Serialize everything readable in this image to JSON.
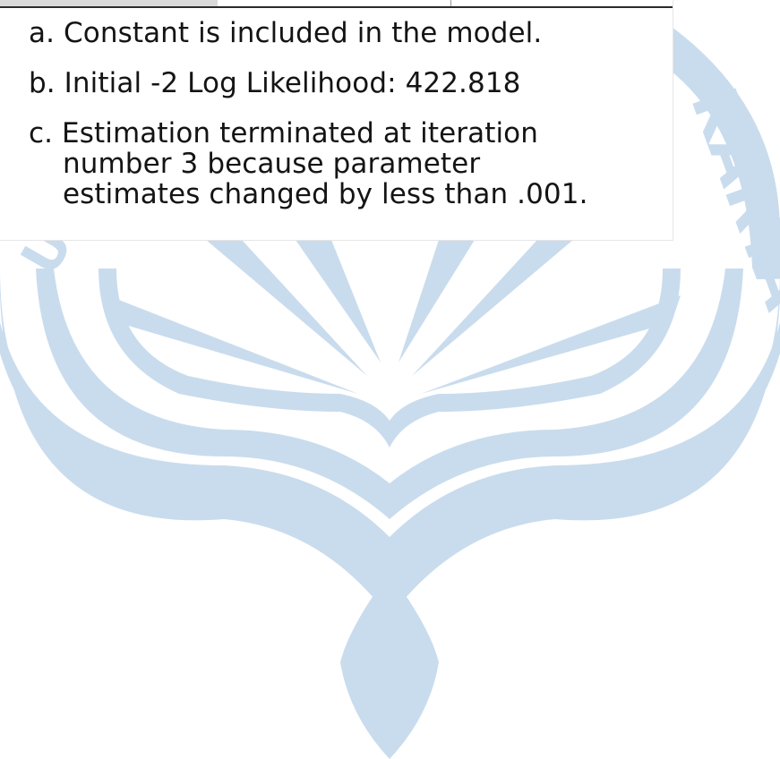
{
  "footnotes": {
    "a": "a. Constant is included in the model.",
    "b": "b. Initial -2 Log Likelihood: 422.818",
    "c_lines": [
      "c. Estimation terminated at iteration",
      "number 3 because parameter",
      "estimates changed by less than .001."
    ]
  },
  "watermark": {
    "text_left": "U",
    "text_right": "KARTA",
    "color": "#c9dced"
  },
  "colors": {
    "text": "#141414",
    "rule": "#2b2b2b",
    "header_shade": "#d9d9d9"
  }
}
